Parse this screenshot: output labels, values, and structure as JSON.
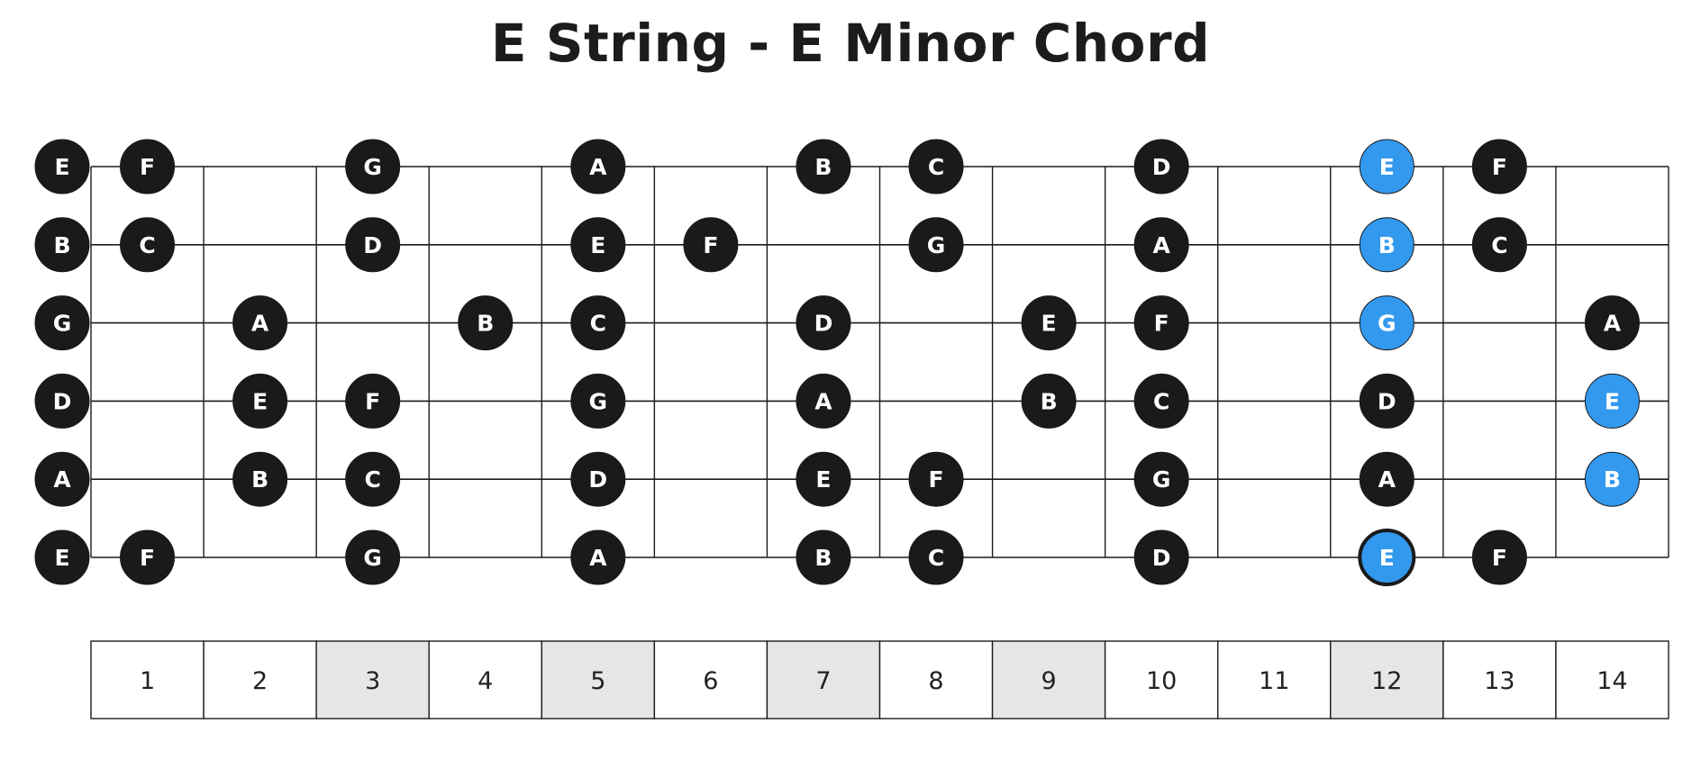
{
  "title": "E String - E Minor Chord",
  "colors": {
    "note": "#1a1a1a",
    "highlight": "#3399ee",
    "line": "#1c1c1c",
    "marker_fill": "#e6e6e6",
    "plain_fill": "#ffffff"
  },
  "fret_numbers": [
    "1",
    "2",
    "3",
    "4",
    "5",
    "6",
    "7",
    "8",
    "9",
    "10",
    "11",
    "12",
    "13",
    "14"
  ],
  "marker_frets": [
    3,
    5,
    7,
    9,
    12
  ],
  "strings": [
    {
      "open": "E",
      "notes": [
        {
          "fret": 1,
          "note": "F"
        },
        {
          "fret": 3,
          "note": "G"
        },
        {
          "fret": 5,
          "note": "A"
        },
        {
          "fret": 7,
          "note": "B"
        },
        {
          "fret": 8,
          "note": "C"
        },
        {
          "fret": 10,
          "note": "D"
        },
        {
          "fret": 12,
          "note": "E",
          "highlight": true
        },
        {
          "fret": 13,
          "note": "F"
        }
      ]
    },
    {
      "open": "B",
      "notes": [
        {
          "fret": 1,
          "note": "C"
        },
        {
          "fret": 3,
          "note": "D"
        },
        {
          "fret": 5,
          "note": "E"
        },
        {
          "fret": 6,
          "note": "F"
        },
        {
          "fret": 8,
          "note": "G"
        },
        {
          "fret": 10,
          "note": "A"
        },
        {
          "fret": 12,
          "note": "B",
          "highlight": true
        },
        {
          "fret": 13,
          "note": "C"
        }
      ]
    },
    {
      "open": "G",
      "notes": [
        {
          "fret": 2,
          "note": "A"
        },
        {
          "fret": 4,
          "note": "B"
        },
        {
          "fret": 5,
          "note": "C"
        },
        {
          "fret": 7,
          "note": "D"
        },
        {
          "fret": 9,
          "note": "E"
        },
        {
          "fret": 10,
          "note": "F"
        },
        {
          "fret": 12,
          "note": "G",
          "highlight": true
        },
        {
          "fret": 14,
          "note": "A"
        }
      ]
    },
    {
      "open": "D",
      "notes": [
        {
          "fret": 2,
          "note": "E"
        },
        {
          "fret": 3,
          "note": "F"
        },
        {
          "fret": 5,
          "note": "G"
        },
        {
          "fret": 7,
          "note": "A"
        },
        {
          "fret": 9,
          "note": "B"
        },
        {
          "fret": 10,
          "note": "C"
        },
        {
          "fret": 12,
          "note": "D"
        },
        {
          "fret": 14,
          "note": "E",
          "highlight": true
        }
      ]
    },
    {
      "open": "A",
      "notes": [
        {
          "fret": 2,
          "note": "B"
        },
        {
          "fret": 3,
          "note": "C"
        },
        {
          "fret": 5,
          "note": "D"
        },
        {
          "fret": 7,
          "note": "E"
        },
        {
          "fret": 8,
          "note": "F"
        },
        {
          "fret": 10,
          "note": "G"
        },
        {
          "fret": 12,
          "note": "A"
        },
        {
          "fret": 14,
          "note": "B",
          "highlight": true
        }
      ]
    },
    {
      "open": "E",
      "notes": [
        {
          "fret": 1,
          "note": "F"
        },
        {
          "fret": 3,
          "note": "G"
        },
        {
          "fret": 5,
          "note": "A"
        },
        {
          "fret": 7,
          "note": "B"
        },
        {
          "fret": 8,
          "note": "C"
        },
        {
          "fret": 10,
          "note": "D"
        },
        {
          "fret": 12,
          "note": "E",
          "highlight": true,
          "ring": true
        },
        {
          "fret": 13,
          "note": "F"
        }
      ]
    }
  ]
}
